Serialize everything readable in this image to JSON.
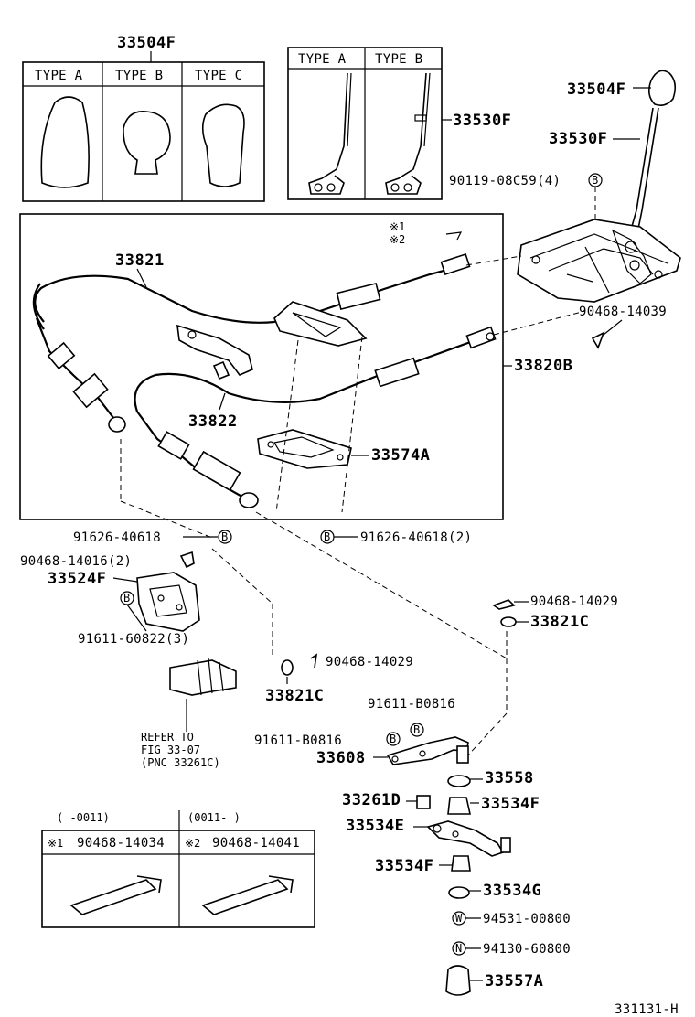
{
  "diagram_id": "331131-H",
  "knob_box": {
    "part": "33504F",
    "types": [
      "TYPE A",
      "TYPE B",
      "TYPE C"
    ]
  },
  "lever_box": {
    "part": "33530F",
    "types": [
      "TYPE A",
      "TYPE B"
    ]
  },
  "clip_box": {
    "ranges": [
      "( -0011)",
      "(0011- )"
    ],
    "items": [
      {
        "mark": "※1",
        "part": "90468-14034"
      },
      {
        "mark": "※2",
        "part": "90468-14041"
      }
    ]
  },
  "legend_marks": [
    "※1",
    "※2"
  ],
  "callout_marks": {
    "b": "B",
    "w": "W",
    "n": "N"
  },
  "labels": {
    "knob_right": "33504F",
    "lever_right": "33530F",
    "bolt_b": "90119-08C59(4)",
    "clip_top": "90468-14039",
    "cable_assy": "33820B",
    "cable1": "33821",
    "cable2": "33822",
    "plate": "33574A",
    "bolt_left": "91626-40618",
    "bolt_right": "91626-40618(2)",
    "clip_left": "90468-14016(2)",
    "bracket": "33524F",
    "bolt_bracket": "91611-60822(3)",
    "clip_mid": "90468-14029",
    "bushing_mid": "33821C",
    "clip_right": "90468-14029",
    "bushing_right": "33821C",
    "bolt_lever_top": "91611-B0816",
    "bolt_lever_left": "91611-B0816",
    "lever": "33608",
    "p33558": "33558",
    "p33261d": "33261D",
    "p33534f_a": "33534F",
    "p33534e": "33534E",
    "p33534f_b": "33534F",
    "p33534g": "33534G",
    "washer": "94531-00800",
    "nut": "94130-60800",
    "p33557a": "33557A",
    "refer": [
      "REFER TO",
      "FIG 33-07",
      "(PNC 33261C)"
    ]
  }
}
